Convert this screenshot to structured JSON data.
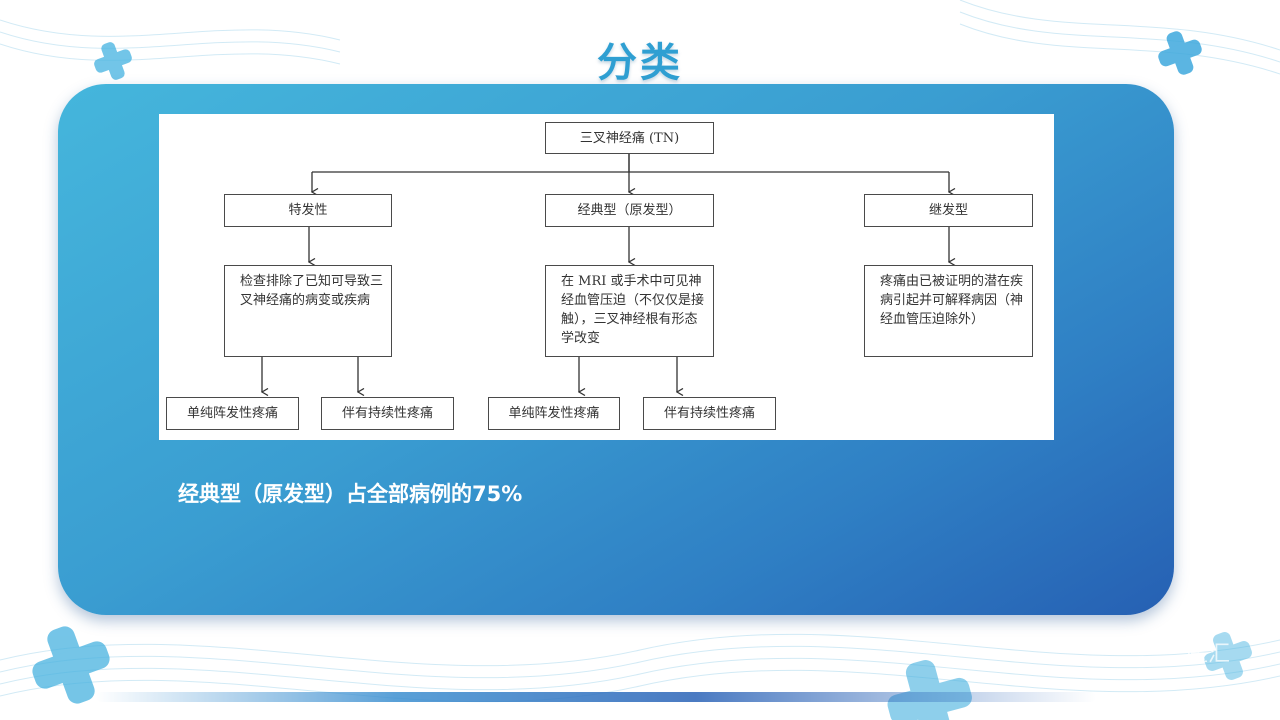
{
  "slide": {
    "title": "分类",
    "caption": "经典型（原发型）占全部病例的75%",
    "logo_text": "医汇"
  },
  "colors": {
    "title": "#2f9fd2",
    "panel_start": "#45b6dc",
    "panel_end": "#2660b3",
    "figure_bg": "#ffffff",
    "box_border": "#4a4a4a",
    "caption": "#ffffff"
  },
  "icons": [
    "cross-plus-icon"
  ],
  "diagram": {
    "root": "三叉神经痛 (TN)",
    "types": [
      {
        "name": "特发性",
        "description": "检查排除了已知可导致三叉神经痛的病变或疾病",
        "subtypes": [
          "单纯阵发性疼痛",
          "伴有持续性疼痛"
        ]
      },
      {
        "name": "经典型（原发型）",
        "description": "在 MRI 或手术中可见神经血管压迫（不仅仅是接触），三叉神经根有形态学改变",
        "subtypes": [
          "单纯阵发性疼痛",
          "伴有持续性疼痛"
        ]
      },
      {
        "name": "继发型",
        "description": "疼痛由已被证明的潜在疾病引起并可解释病因（神经血管压迫除外）",
        "subtypes": []
      }
    ]
  }
}
